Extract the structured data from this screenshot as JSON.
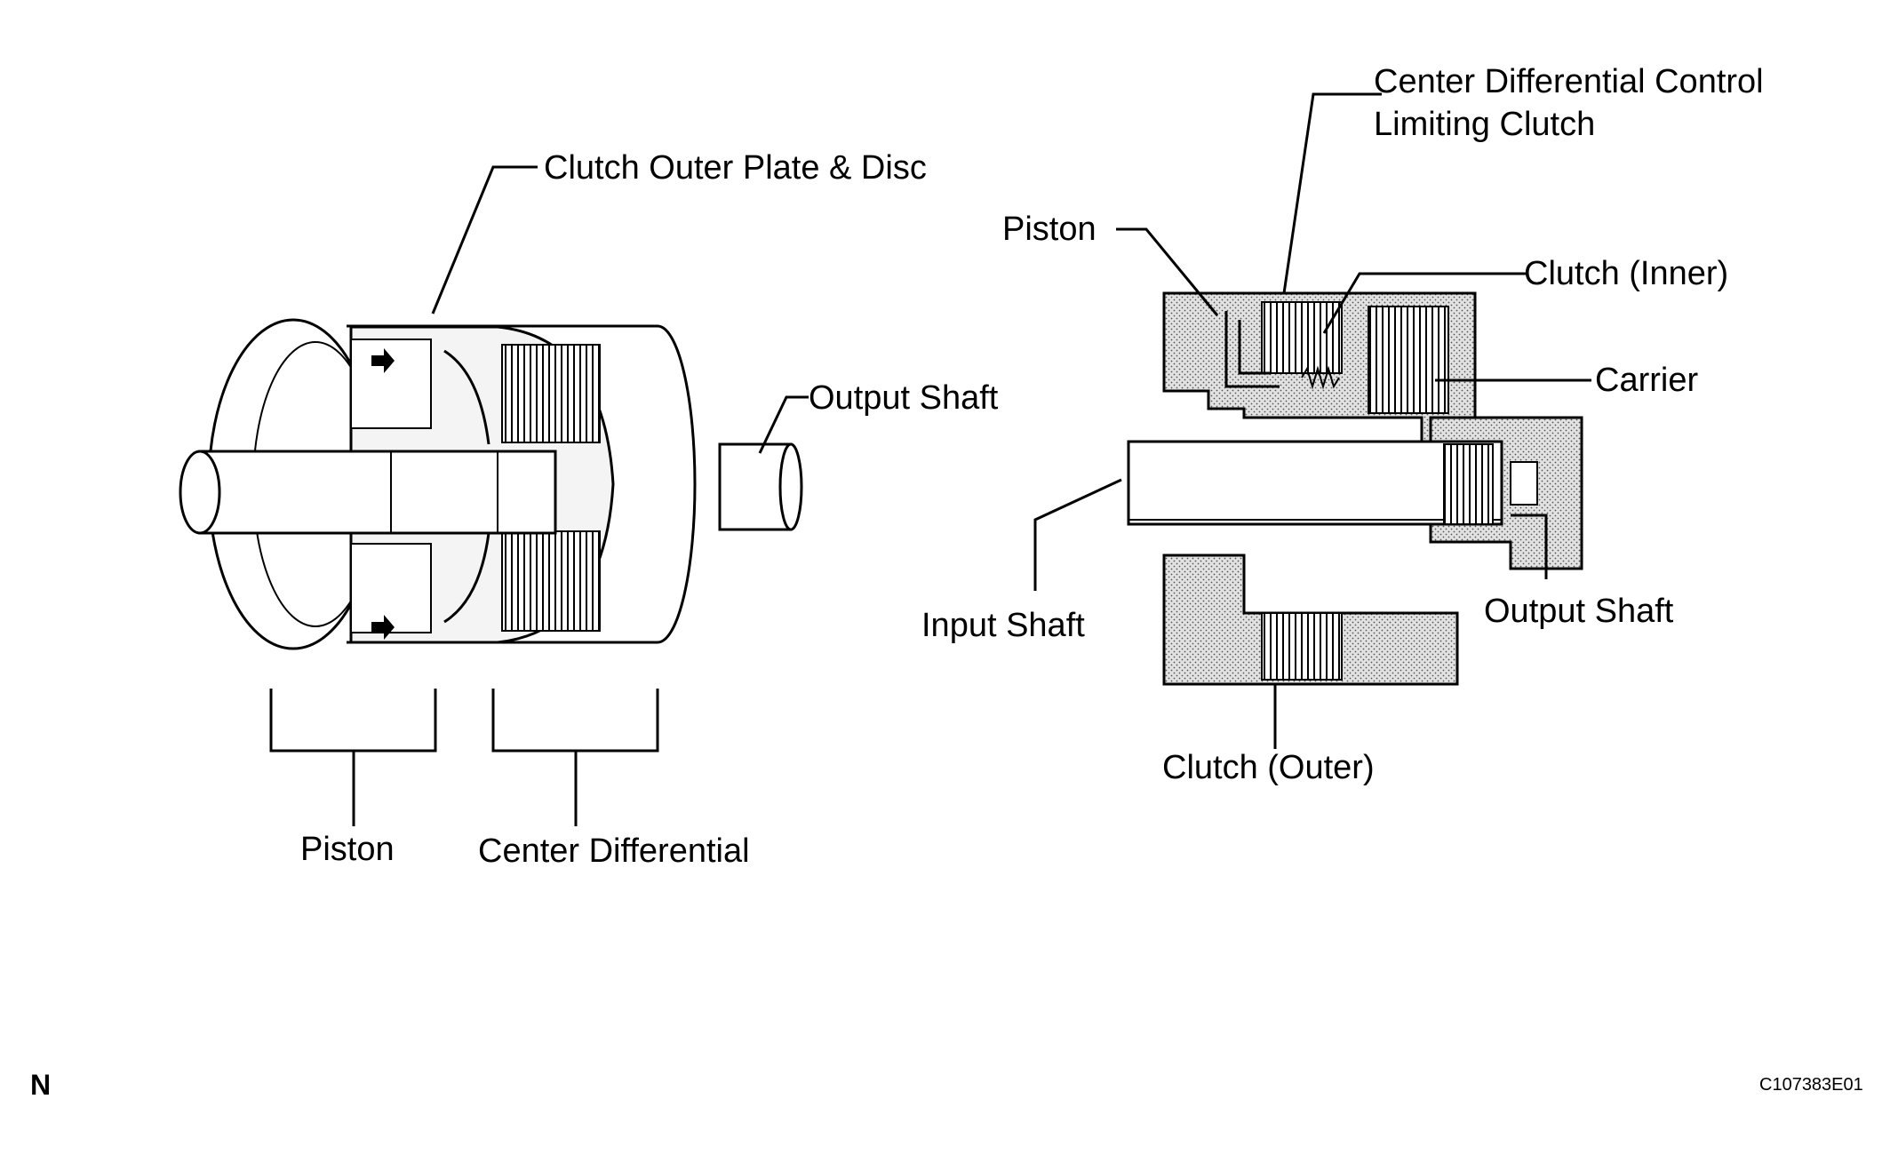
{
  "left_view": {
    "clutch_outer_plate_disc": "Clutch Outer Plate & Disc",
    "output_shaft": "Output Shaft",
    "piston": "Piston",
    "center_differential": "Center Differential"
  },
  "right_view": {
    "control_clutch_line1": "Center Differential Control",
    "control_clutch_line2": "Limiting Clutch",
    "piston": "Piston",
    "clutch_inner": "Clutch (Inner)",
    "carrier": "Carrier",
    "input_shaft": "Input Shaft",
    "output_shaft": "Output Shaft",
    "clutch_outer": "Clutch (Outer)"
  },
  "footer": {
    "orientation_mark": "N",
    "figure_code": "C107383E01"
  },
  "colors": {
    "line": "#000000",
    "background": "#ffffff",
    "housing_fill": "#d0d0d0"
  }
}
